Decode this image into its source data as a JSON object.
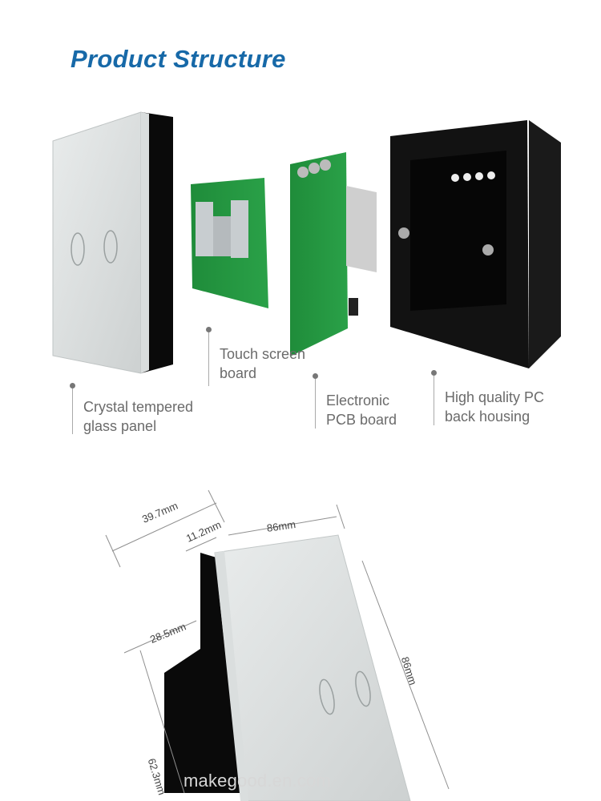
{
  "section_title": "Product Structure",
  "components": [
    {
      "line1": "Crystal tempered",
      "line2": "glass panel"
    },
    {
      "line1": "Touch screen",
      "line2": "board"
    },
    {
      "line1": "Electronic",
      "line2": "PCB board"
    },
    {
      "line1": "High quality PC",
      "line2": "back housing"
    }
  ],
  "dimensions": {
    "depth_total": "39.7mm",
    "panel_thickness": "11.2mm",
    "width": "86mm",
    "height": "86mm",
    "body_depth": "28.5mm",
    "body_height": "62.3mm"
  },
  "watermark": "makegood.en.com"
}
